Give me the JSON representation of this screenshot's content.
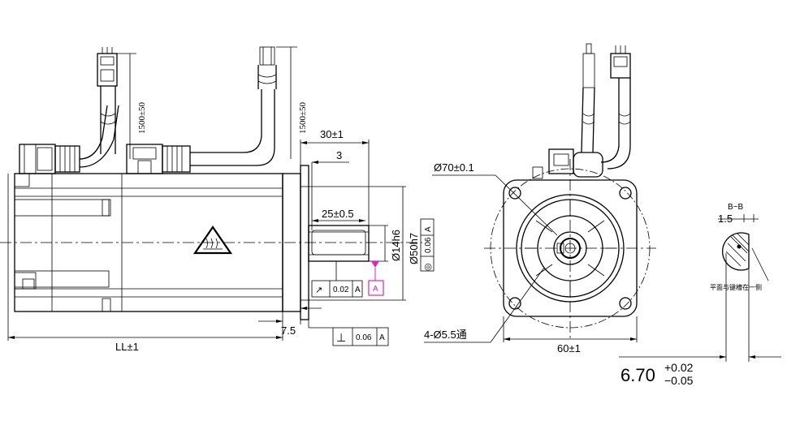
{
  "side_view": {
    "cable_length_1": "1500±50",
    "cable_length_2": "1500±50",
    "shaft_length": "30±1",
    "key_offset": "3",
    "key_length": "25±0.5",
    "shaft_diameter": "Ø14h6",
    "pilot_diameter": "Ø50h7",
    "pilot_fcf": {
      "symbol": "◎",
      "value": "0.06",
      "datum": "A"
    },
    "runout_fcf": {
      "symbol": "↗",
      "value": "0.02",
      "datum": "A"
    },
    "datum_label": "A",
    "flange_thickness": "7.5",
    "perp_fcf": {
      "symbol": "⊥",
      "value": "0.06",
      "datum": "A"
    },
    "total_length": "LL±1"
  },
  "front_view": {
    "bolt_circle": "Ø70±0.1",
    "mount_holes": "4-Ø5.5通",
    "flange_width": "60±1"
  },
  "section_view": {
    "title": "B−B",
    "key_depth": "1.5",
    "key_note": "平面与键槽在一侧",
    "width_main": "6.70",
    "tol_upper": "+0.02",
    "tol_lower": "−0.05"
  },
  "colors": {
    "line": "#000000",
    "datum_highlight": "#e020c8"
  }
}
